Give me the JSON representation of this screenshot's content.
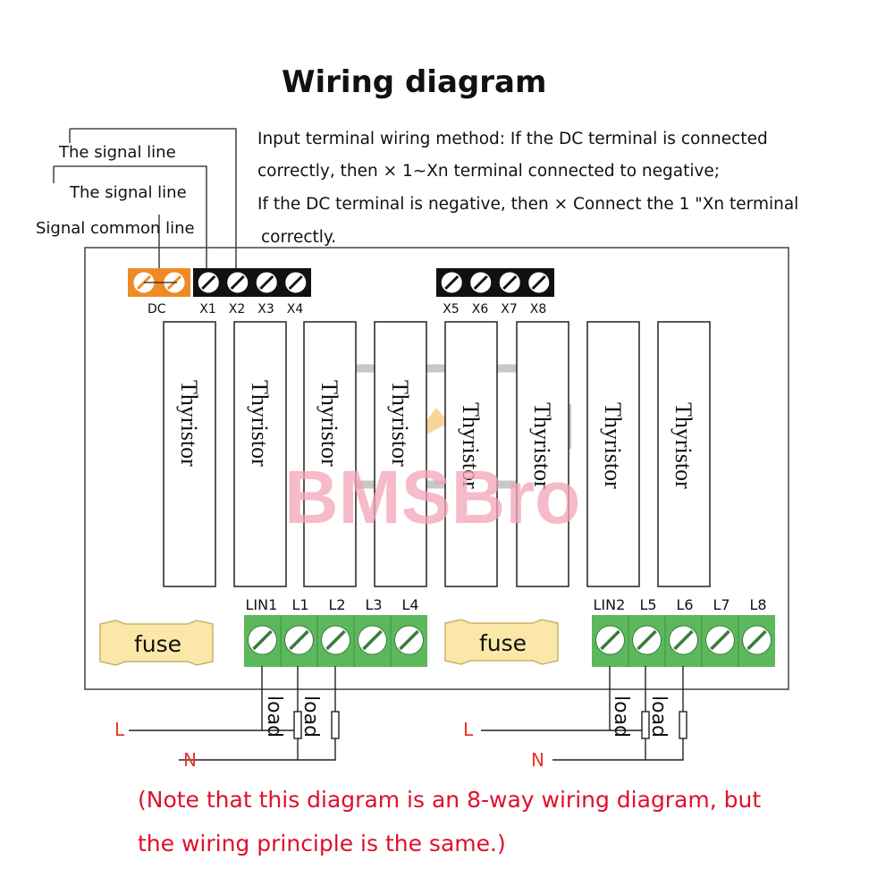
{
  "title": "Wiring diagram",
  "signal_labels": [
    "The signal line",
    "The signal line",
    "Signal common line"
  ],
  "description_lines": [
    "Input terminal wiring method: If the DC terminal is connected",
    "correctly, then × 1~Xn terminal connected to negative;",
    "If the DC terminal is negative, then × Connect the 1 \"Xn terminal",
    "correctly."
  ],
  "dc_label": "DC",
  "input_terminals_left": [
    "X1",
    "X2",
    "X3",
    "X4"
  ],
  "input_terminals_right": [
    "X5",
    "X6",
    "X7",
    "X8"
  ],
  "thyristor_label": "Thyristor",
  "output_terminals_left": [
    "LIN1",
    "L1",
    "L2",
    "L3",
    "L4"
  ],
  "output_terminals_right": [
    "LIN2",
    "L5",
    "L6",
    "L7",
    "L8"
  ],
  "fuse_label": "fuse",
  "load_label": "load",
  "line_label": "L",
  "neutral_label": "N",
  "watermark": "BMSBro",
  "note_lines": [
    "(Note that this diagram is an 8-way wiring diagram, but",
    "the wiring principle is the same.)"
  ],
  "colors": {
    "dc_terminal": "#f08a24",
    "output_terminal": "#5cb85c",
    "fuse": "#fbe7a8",
    "note": "#e0102a",
    "line_labels": "#e8332a",
    "watermark": "#f4a3b6"
  }
}
